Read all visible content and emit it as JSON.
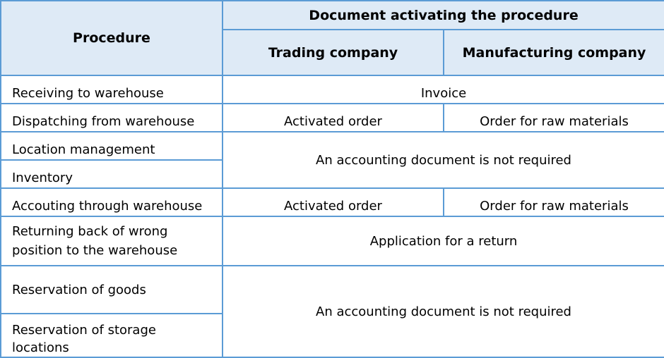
{
  "header": {
    "procedure": "Procedure",
    "document_activating": "Document activating the procedure",
    "trading_company": "Trading company",
    "manufacturing_company": "Manufacturing company"
  },
  "rows": [
    {
      "procedure": "Receiving to warehouse",
      "merged": "Invoice"
    },
    {
      "procedure": "Dispatching from warehouse",
      "trading": "Activated order",
      "manufacturing": "Order for raw materials"
    },
    {
      "procedure": "Location management"
    },
    {
      "procedure": "Inventory"
    },
    {
      "procedure": "Accouting through warehouse",
      "trading": "Activated order",
      "manufacturing": "Order for raw materials"
    },
    {
      "procedure": "Returning back of wrong position to the warehouse",
      "merged": "Application for a return"
    },
    {
      "procedure": "Reservation of goods"
    },
    {
      "procedure": "Reservation of storage locations"
    }
  ],
  "merged_groups": [
    {
      "text": "An accounting document is not required"
    },
    {
      "text": "An accounting document is not required"
    }
  ],
  "colors": {
    "border": "#5b9bd5",
    "header_background": "#deeaf6"
  }
}
